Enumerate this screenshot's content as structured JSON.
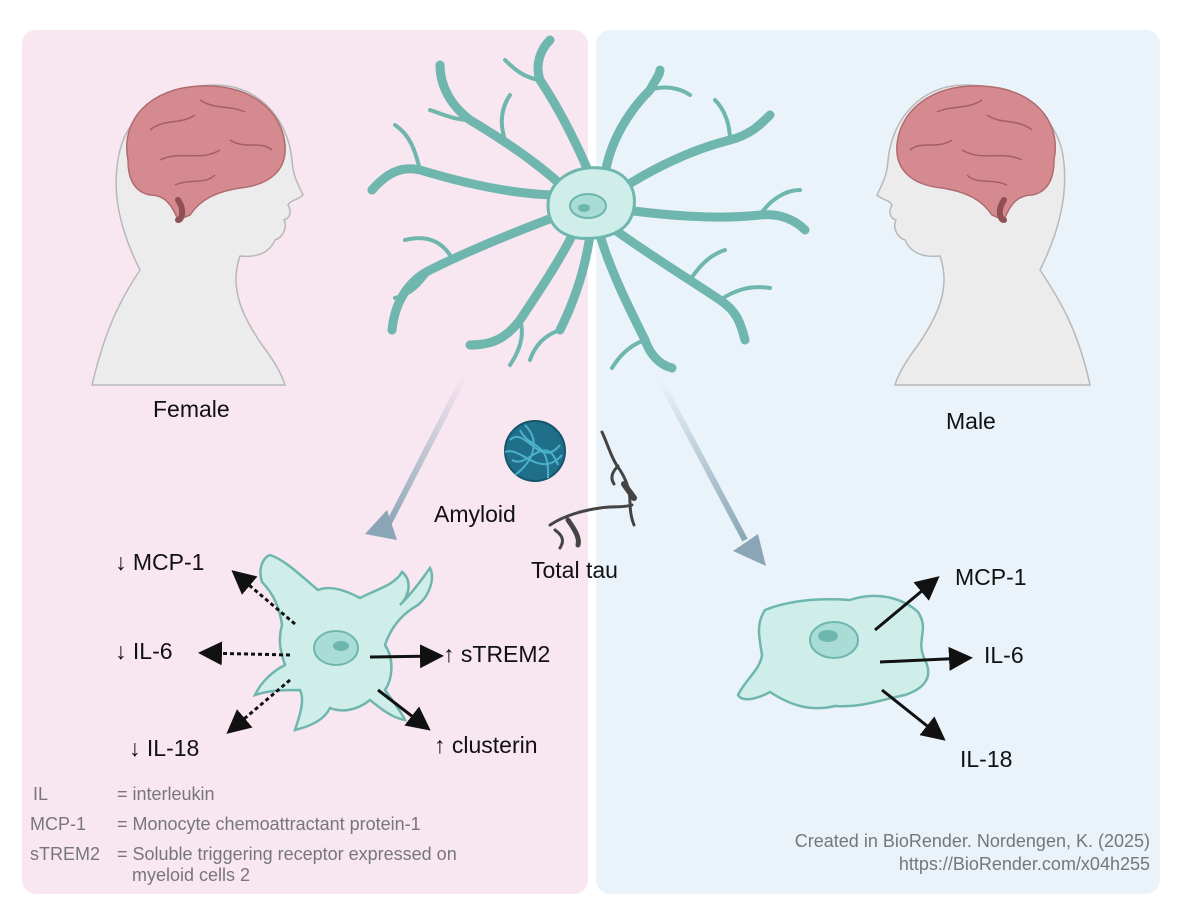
{
  "labels": {
    "female": "Female",
    "male": "Male",
    "amyloid": "Amyloid",
    "total_tau": "Total tau"
  },
  "female_effects": {
    "mcp1": "↓ MCP-1",
    "il6": "↓ IL-6",
    "il18": "↓ IL-18",
    "strem2": "↑ sTREM2",
    "clusterin": "↑ clusterin"
  },
  "male_effects": {
    "mcp1": "MCP-1",
    "il6": "IL-6",
    "il18": "IL-18"
  },
  "legend": [
    {
      "abbr": "IL",
      "def": "= interleukin"
    },
    {
      "abbr": "MCP-1",
      "def": "= Monocyte chemoattractant protein-1"
    },
    {
      "abbr": "sTREM2",
      "def": "= Soluble triggering receptor expressed on"
    },
    {
      "abbr": "",
      "def": "myeloid cells 2"
    }
  ],
  "credit": {
    "line1": "Created in BioRender. Nordengen, K. (2025)",
    "line2": "https://BioRender.com/x04h255"
  },
  "colors": {
    "female_bg": "#f8e6f1",
    "male_bg": "#eaf3fa",
    "cell_fill": "#cfeeea",
    "cell_stroke": "#6fb6ae",
    "brain": "#d48a8e",
    "arrow_fade": "#8aa6b6"
  }
}
